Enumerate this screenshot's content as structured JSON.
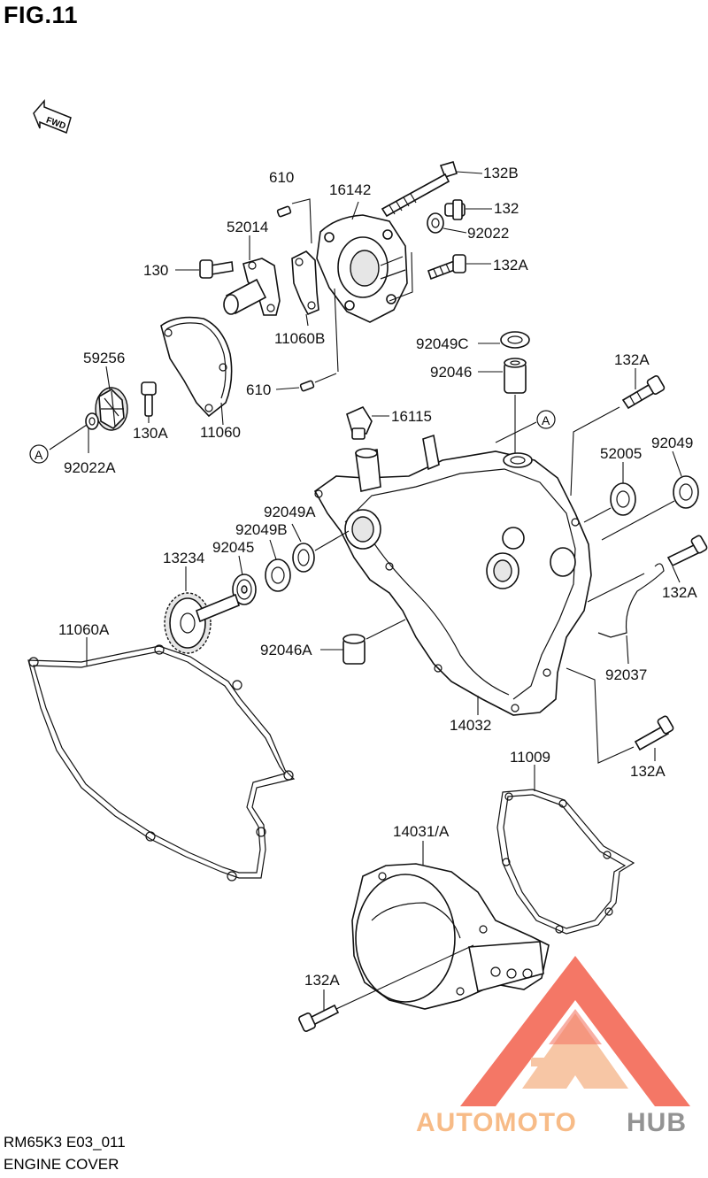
{
  "figure": {
    "title": "FIG.11",
    "direction_marker": "FWD"
  },
  "footer": {
    "model_code": "RM65K3 E03_011",
    "section_title": "ENGINE COVER"
  },
  "reference_marks": {
    "a_left": "A",
    "a_right": "A"
  },
  "parts": [
    {
      "key": "p610a",
      "number": "610"
    },
    {
      "key": "p16142",
      "number": "16142"
    },
    {
      "key": "p132b",
      "number": "132B"
    },
    {
      "key": "p132",
      "number": "132"
    },
    {
      "key": "p92022",
      "number": "92022"
    },
    {
      "key": "p52014",
      "number": "52014"
    },
    {
      "key": "p130",
      "number": "130"
    },
    {
      "key": "p132a_top",
      "number": "132A"
    },
    {
      "key": "p11060b",
      "number": "11060B"
    },
    {
      "key": "p92049c",
      "number": "92049C"
    },
    {
      "key": "p59256",
      "number": "59256"
    },
    {
      "key": "p92046",
      "number": "92046"
    },
    {
      "key": "p132a_right1",
      "number": "132A"
    },
    {
      "key": "p610b",
      "number": "610"
    },
    {
      "key": "p130a",
      "number": "130A"
    },
    {
      "key": "p11060",
      "number": "11060"
    },
    {
      "key": "p16115",
      "number": "16115"
    },
    {
      "key": "p92022a",
      "number": "92022A"
    },
    {
      "key": "p52005",
      "number": "52005"
    },
    {
      "key": "p92049",
      "number": "92049"
    },
    {
      "key": "p92049a",
      "number": "92049A"
    },
    {
      "key": "p92049b",
      "number": "92049B"
    },
    {
      "key": "p92045",
      "number": "92045"
    },
    {
      "key": "p13234",
      "number": "13234"
    },
    {
      "key": "p132a_right2",
      "number": "132A"
    },
    {
      "key": "p11060a",
      "number": "11060A"
    },
    {
      "key": "p92046a",
      "number": "92046A"
    },
    {
      "key": "p92037",
      "number": "92037"
    },
    {
      "key": "p14032",
      "number": "14032"
    },
    {
      "key": "p11009",
      "number": "11009"
    },
    {
      "key": "p132a_right3",
      "number": "132A"
    },
    {
      "key": "p14031a",
      "number": "14031/A"
    },
    {
      "key": "p132a_bottom",
      "number": "132A"
    }
  ],
  "watermark": {
    "brand_left": "AUTOMOTO",
    "brand_right": "HUB",
    "color_primary": "#f0442c",
    "color_secondary": "#f5b183",
    "color_dark": "#6a6a6a"
  }
}
